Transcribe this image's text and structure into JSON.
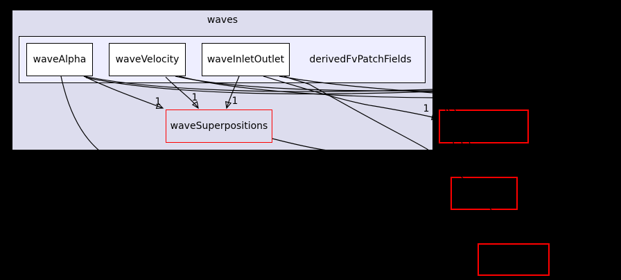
{
  "graph": {
    "type": "directory-dependency-graph",
    "clusters": {
      "outer": {
        "label": "waves"
      },
      "inner": {
        "label": "derivedFvPatchFields"
      }
    },
    "nodes": [
      {
        "id": "waveAlpha",
        "label": "waveAlpha",
        "type": "internal"
      },
      {
        "id": "waveVelocity",
        "label": "waveVelocity",
        "type": "internal"
      },
      {
        "id": "waveInletOutlet",
        "label": "waveInletOutlet",
        "type": "internal"
      },
      {
        "id": "waveSuperpositions",
        "label": "waveSuperpositions",
        "type": "internal-highlighted"
      },
      {
        "id": "external-1",
        "label": "",
        "type": "external-unlabeled"
      },
      {
        "id": "external-2",
        "label": "",
        "type": "external-unlabeled"
      },
      {
        "id": "external-3",
        "label": "",
        "type": "external-unlabeled"
      }
    ],
    "edges": [
      {
        "from": "waveAlpha",
        "to": "waveSuperpositions",
        "label": "1"
      },
      {
        "from": "waveVelocity",
        "to": "waveSuperpositions",
        "label": "1"
      },
      {
        "from": "waveInletOutlet",
        "to": "waveSuperpositions",
        "label": "1"
      },
      {
        "from": "derivedFvPatchFields",
        "to": "external-1",
        "label": "1"
      }
    ],
    "colors": {
      "background": "#000000",
      "outer_cluster_fill": "#ddddee",
      "inner_cluster_fill": "#eeeeff",
      "node_fill": "#ffffff",
      "node_border": "#000000",
      "highlight_border": "#ff0000",
      "edge": "#000000"
    }
  }
}
